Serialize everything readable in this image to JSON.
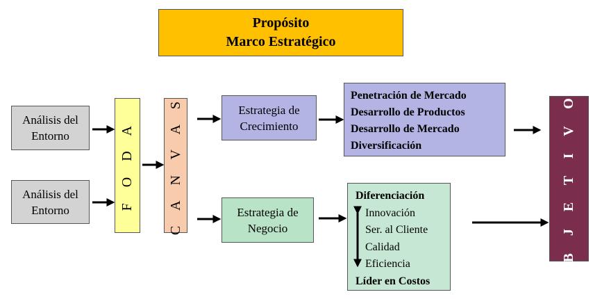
{
  "title": {
    "line1": "Propósito",
    "line2": "Marco Estratégico"
  },
  "analisis_1": {
    "line1": "Análisis del",
    "line2": "Entorno"
  },
  "analisis_2": {
    "line1": "Análisis del",
    "line2": "Entorno"
  },
  "foda": "F O D A",
  "canvas": "C A N V A S",
  "estrategia_crecimiento": {
    "line1": "Estrategia de",
    "line2": "Crecimiento"
  },
  "estrategia_negocio": {
    "line1": "Estrategia de",
    "line2": "Negocio"
  },
  "crecimiento_items": [
    "Penetración de Mercado",
    "Desarrollo de Productos",
    "Desarrollo de Mercado",
    "Diversificación"
  ],
  "negocio": {
    "top": "Diferenciación",
    "items": [
      "Innovación",
      "Ser. al Cliente",
      "Calidad",
      "Eficiencia"
    ],
    "bottom": "Líder en Costos"
  },
  "objetivos": "O B J E T I V O S",
  "colors": {
    "title_bg": "#ffc000",
    "analisis_bg": "#d3d3d3",
    "foda_bg": "#ffff99",
    "canvas_bg": "#f8cbad",
    "crecimiento_bg": "#b4b4e4",
    "negocio_bg": "#c6e7d3",
    "objetivos_bg": "#7b2d4e"
  }
}
